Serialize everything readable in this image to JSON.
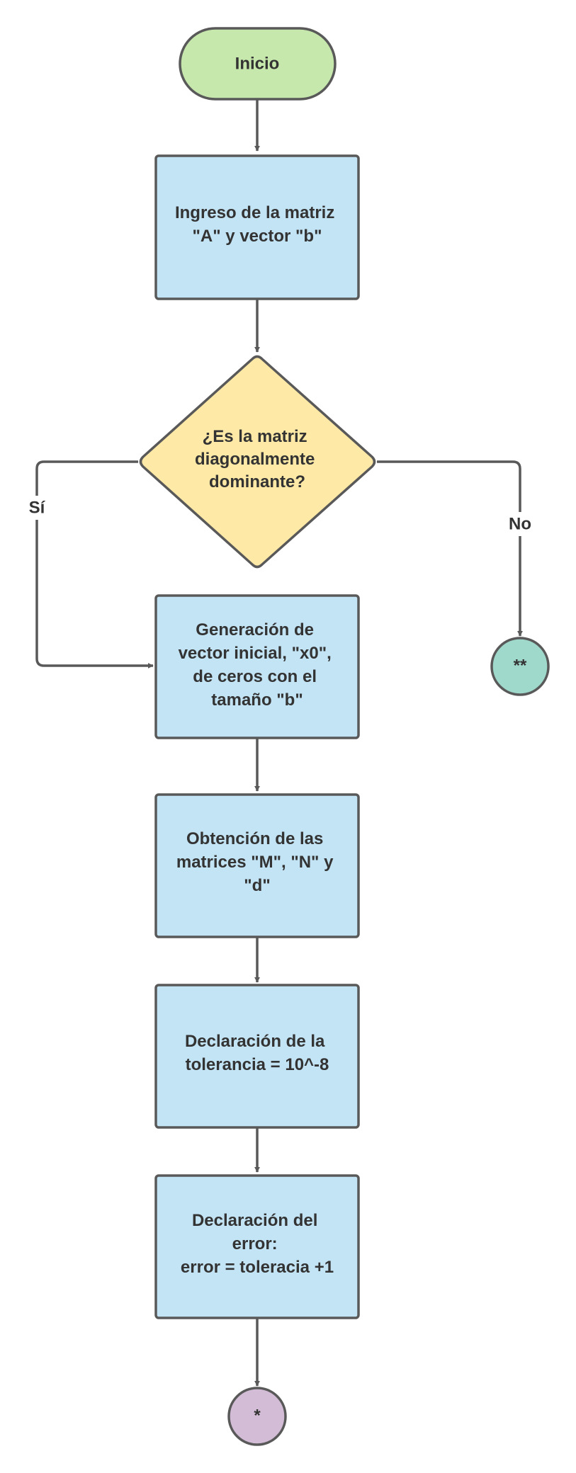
{
  "colors": {
    "stroke": "#595959",
    "start": "#c7e8ac",
    "process": "#c3e4f5",
    "decision": "#ffe9a6",
    "connector_no": "#9fd9cc",
    "connector_end": "#d3bcd6",
    "text": "#333333"
  },
  "nodes": {
    "start": {
      "line1": "Inicio"
    },
    "input": {
      "line1": "Ingreso de la matriz",
      "line2": "\"A\"  y vector \"b\""
    },
    "decision": {
      "line1": "¿Es la matriz",
      "line2": "diagonalmente",
      "line3": "dominante?"
    },
    "initial_vector": {
      "line1": "Generación de",
      "line2": "vector inicial, \"x0\",",
      "line3": "de ceros con el",
      "line4": "tamaño \"b\""
    },
    "matrices": {
      "line1": "Obtención de las",
      "line2": "matrices \"M\", \"N\" y",
      "line3": "\"d\""
    },
    "tolerance": {
      "line1": "Declaración de la",
      "line2": "tolerancia = 10^-8"
    },
    "error": {
      "line1": "Declaración del",
      "line2": "error:",
      "line3": "error = toleracia +1"
    },
    "connector_no": {
      "label": "**"
    },
    "connector_end": {
      "label": "*"
    }
  },
  "edges": {
    "yes_label": "Sí",
    "no_label": "No"
  }
}
